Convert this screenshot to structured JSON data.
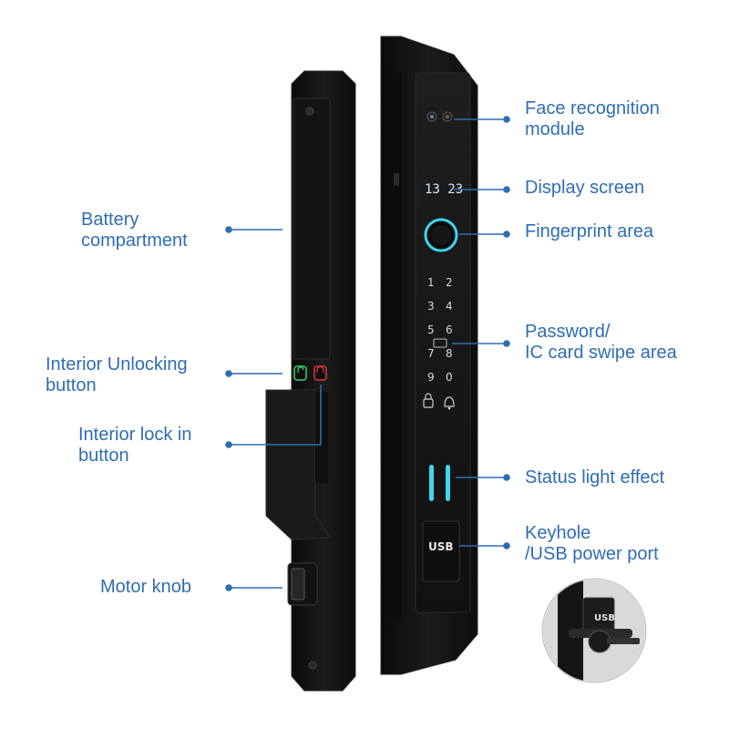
{
  "colors": {
    "accent": "#2f6db3",
    "lock_body": "#161616",
    "glow": "#3fd6ee",
    "green": "#39d36b",
    "red": "#e0383a"
  },
  "labels": {
    "face": {
      "line1": "Face recognition",
      "line2": "module"
    },
    "display": {
      "line1": "Display screen"
    },
    "fingerprint": {
      "line1": "Fingerprint area"
    },
    "password": {
      "line1": "Password/",
      "line2": "IC card swipe area"
    },
    "status": {
      "line1": "Status light effect"
    },
    "keyhole": {
      "line1": "Keyhole",
      "line2": "/USB power port"
    },
    "battery": {
      "line1": "Battery",
      "line2": "compartment"
    },
    "unlock": {
      "line1": "Interior Unlocking",
      "line2": "button"
    },
    "lockin": {
      "line1": "Interior lock in",
      "line2": "button"
    },
    "motor": {
      "line1": "Motor knob"
    }
  },
  "device": {
    "screen_time": "13 23",
    "keypad": [
      "1",
      "2",
      "3",
      "4",
      "5",
      "6",
      "7",
      "8",
      "9",
      "0"
    ],
    "usb_label": "USB",
    "inset_usb_label": "USB"
  }
}
